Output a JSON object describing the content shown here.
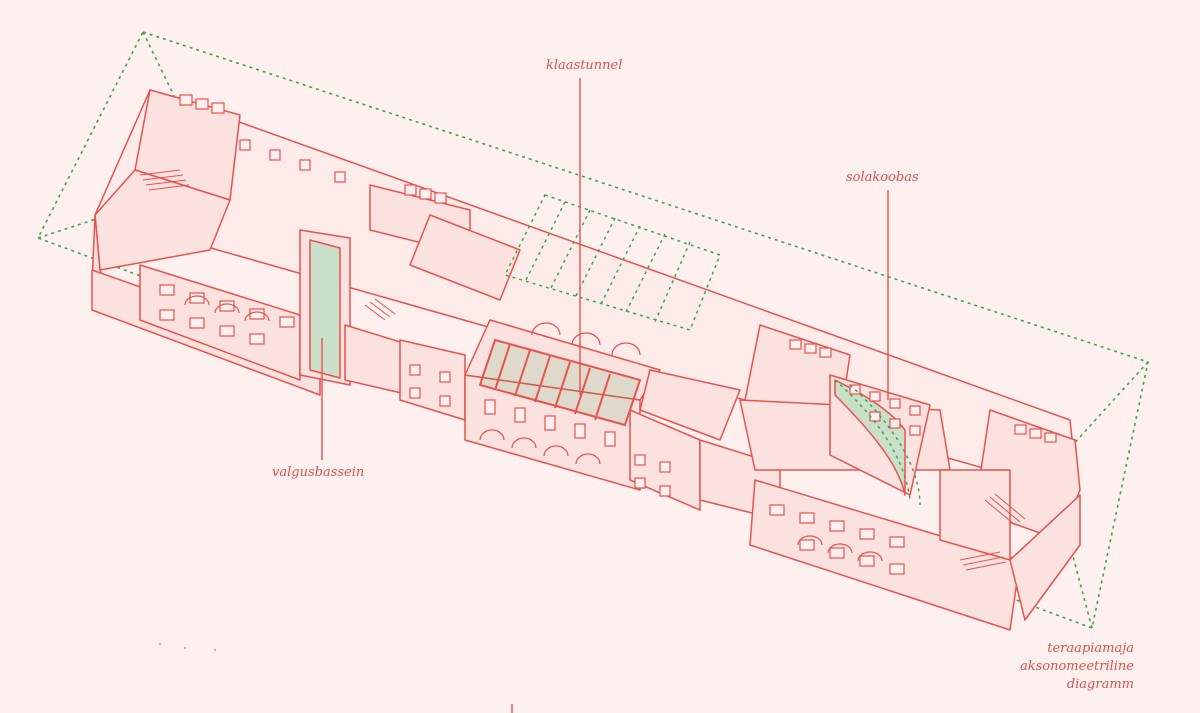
{
  "labels": {
    "klaastunnel": "klaastunnel",
    "solakoobas": "solakoobas",
    "valgusbassein": "valgusbassein"
  },
  "caption": [
    "teraapiamaja",
    "aksonomeetriline",
    "diagramm"
  ],
  "colors": {
    "background": "#fdf0ee",
    "line": "#e8524f",
    "fill": "#fbe2df",
    "dotted": "#3aa655",
    "glass": "#c9dfc8"
  }
}
